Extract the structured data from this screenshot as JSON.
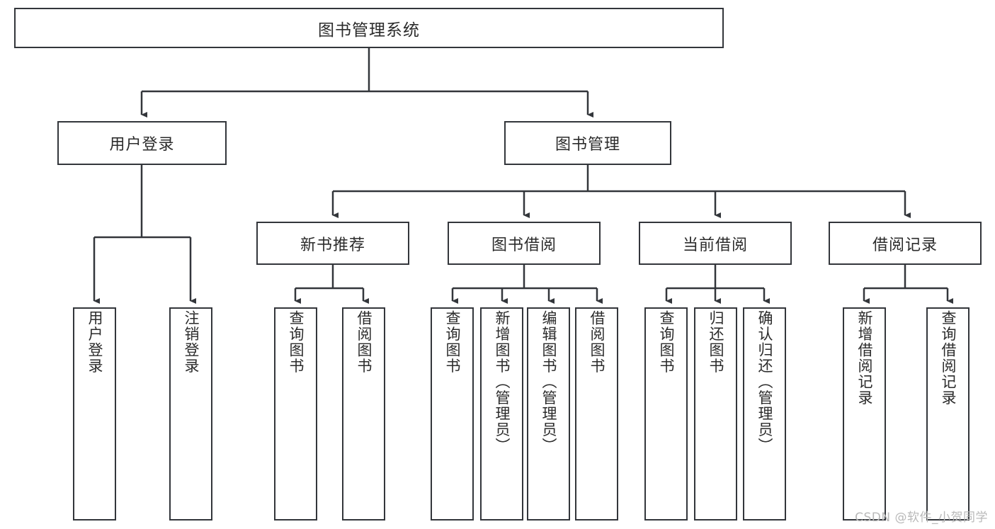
{
  "diagram": {
    "title": "图书管理系统",
    "watermark": "CSDN @软件_小贺同学",
    "colors": {
      "stroke": "#33363b",
      "box_fill": "#ffffff",
      "text": "#2b2b2b",
      "background": "#ffffff",
      "watermark": "#b9b9b9"
    },
    "nodes": {
      "root": {
        "label": "图书管理系统"
      },
      "level1": [
        {
          "label": "用户登录"
        },
        {
          "label": "图书管理"
        }
      ],
      "level2": [
        {
          "label": "新书推荐"
        },
        {
          "label": "图书借阅"
        },
        {
          "label": "当前借阅"
        },
        {
          "label": "借阅记录"
        }
      ],
      "leaves": {
        "user_login": [
          {
            "label": "用户登录"
          },
          {
            "label": "注销登录"
          }
        ],
        "new_book": [
          {
            "label": "查询图书"
          },
          {
            "label": "借阅图书"
          }
        ],
        "borrow": [
          {
            "label": "查询图书"
          },
          {
            "label": "新增图书（管理员）"
          },
          {
            "label": "编辑图书（管理员）"
          },
          {
            "label": "借阅图书"
          }
        ],
        "current": [
          {
            "label": "查询图书"
          },
          {
            "label": "归还图书"
          },
          {
            "label": "确认归还（管理员）"
          }
        ],
        "records": [
          {
            "label": "新增借阅记录"
          },
          {
            "label": "查询借阅记录"
          }
        ]
      }
    }
  }
}
